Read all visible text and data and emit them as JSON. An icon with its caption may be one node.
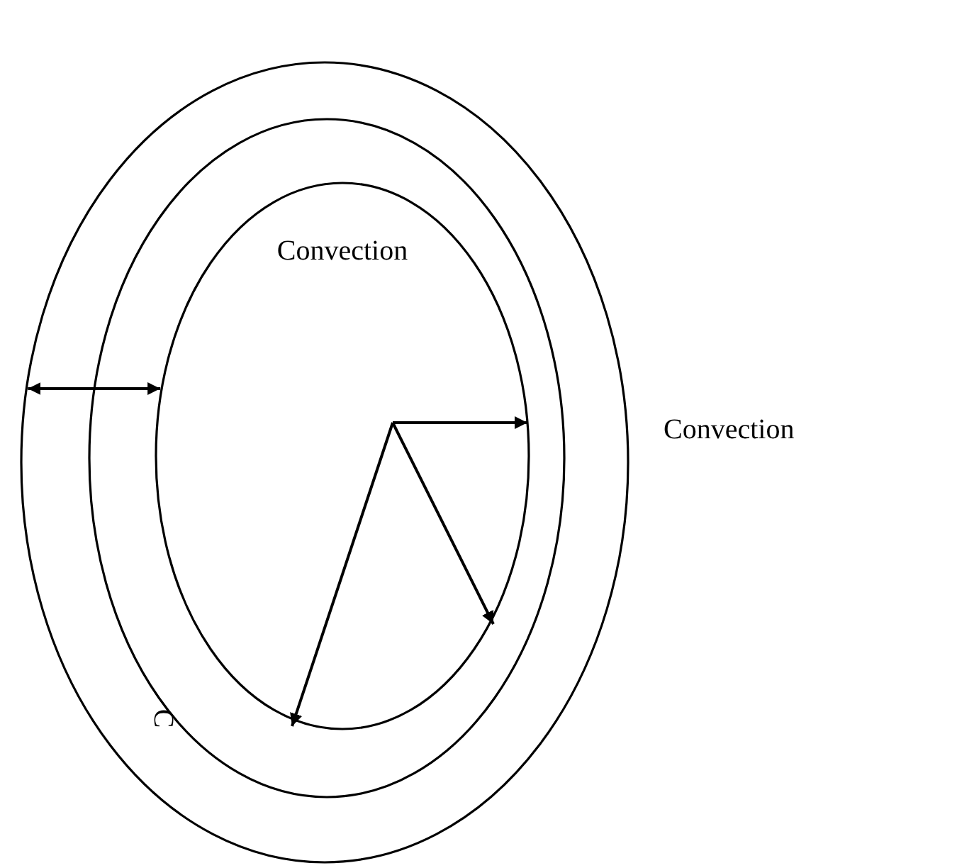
{
  "diagram": {
    "nodes": [
      {
        "text": [],
        "shape": "ellipse"
      },
      {
        "text": [],
        "shape": "ellipse",
        "in": 0
      },
      {
        "text": [
          "Convection"
        ],
        "in": 1
      }
    ],
    "edges": [
      {
        "from": 0,
        "to": 2,
        "arrow": "both"
      }
    ],
    "labels": [
      "Convection",
      "C"
    ]
  }
}
